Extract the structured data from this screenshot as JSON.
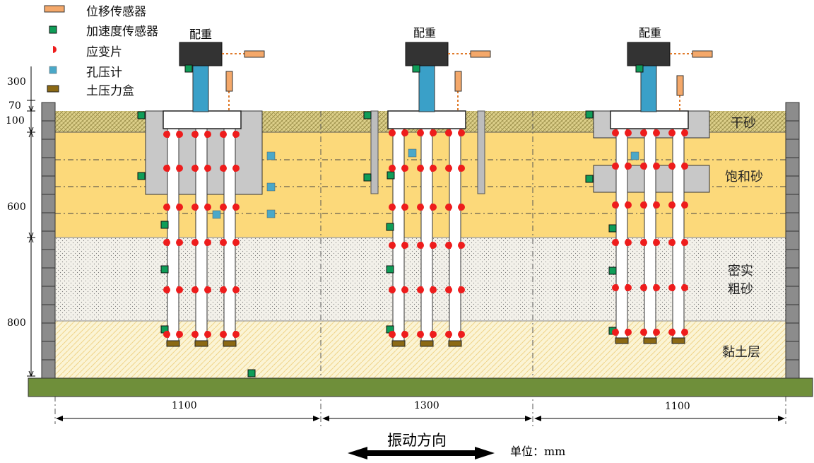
{
  "legend": [
    {
      "label": "位移传感器",
      "icon": "displacement-sensor-icon"
    },
    {
      "label": "加速度传感器",
      "icon": "accelerometer-icon"
    },
    {
      "label": "应变片",
      "icon": "strain-gauge-icon"
    },
    {
      "label": "孔压计",
      "icon": "pore-pressure-gauge-icon"
    },
    {
      "label": "土压力盒",
      "icon": "earth-pressure-cell-icon"
    }
  ],
  "counterweight_label": "配重",
  "layers": [
    {
      "label": "干砂",
      "color": "#e8d77a"
    },
    {
      "label": "饱和砂",
      "color": "#fcd97a"
    },
    {
      "label": "密实\n粗砂",
      "color": "#f1efe6"
    },
    {
      "label": "黏土层",
      "color": "#fbf3cf"
    }
  ],
  "depth_dims": [
    "300",
    "70",
    "100",
    "600",
    "800"
  ],
  "spacing_dims": [
    "1100",
    "1300",
    "1100"
  ],
  "direction_label": "振动方向",
  "unit_label": "单位：mm",
  "colors": {
    "displacement": "#f4a86a",
    "accelerometer": "#0f9d58",
    "strain": "#ee1c1c",
    "pore": "#4aa8c8",
    "earth_pressure": "#8b6914",
    "cap": "#c8c8c8",
    "column": "#3aa0c8",
    "weight": "#333333",
    "base": "#6f8f3a"
  }
}
